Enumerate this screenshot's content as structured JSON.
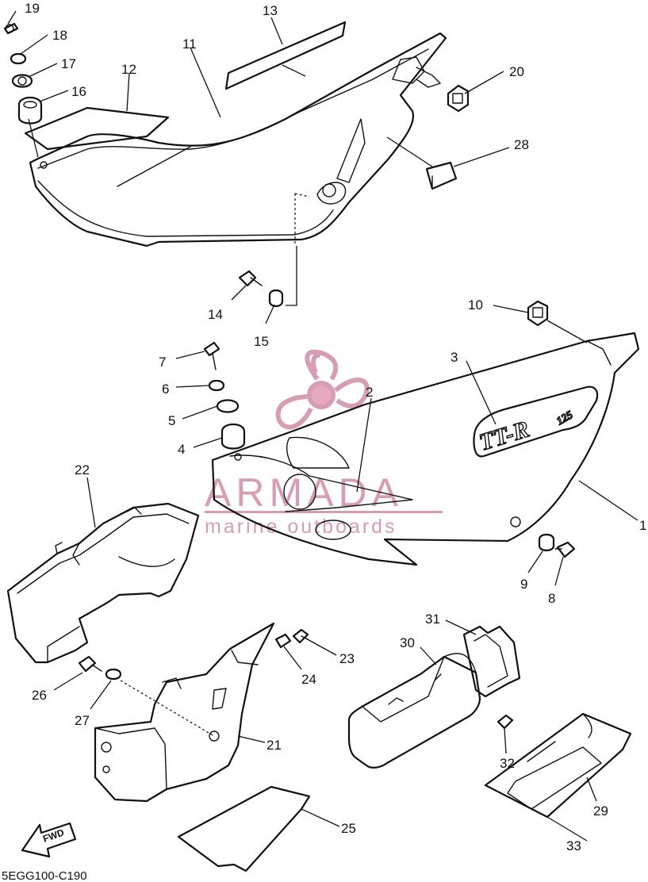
{
  "diagram_code": "5EGG100-C190",
  "fwd_label": "FWD",
  "decal_text": "TT-R",
  "decal_small": "125",
  "watermark": {
    "brand": "ARMADA",
    "tagline": "marine outboards",
    "color": "#d69db4"
  },
  "callouts": [
    {
      "id": "1",
      "label": "1"
    },
    {
      "id": "2",
      "label": "2"
    },
    {
      "id": "3",
      "label": "3"
    },
    {
      "id": "4",
      "label": "4"
    },
    {
      "id": "5",
      "label": "5"
    },
    {
      "id": "6",
      "label": "6"
    },
    {
      "id": "7",
      "label": "7"
    },
    {
      "id": "8",
      "label": "8"
    },
    {
      "id": "9",
      "label": "9"
    },
    {
      "id": "10",
      "label": "10"
    },
    {
      "id": "11",
      "label": "11"
    },
    {
      "id": "12",
      "label": "12"
    },
    {
      "id": "13",
      "label": "13"
    },
    {
      "id": "14",
      "label": "14"
    },
    {
      "id": "15",
      "label": "15"
    },
    {
      "id": "16",
      "label": "16"
    },
    {
      "id": "17",
      "label": "17"
    },
    {
      "id": "18",
      "label": "18"
    },
    {
      "id": "19",
      "label": "19"
    },
    {
      "id": "20",
      "label": "20"
    },
    {
      "id": "21",
      "label": "21"
    },
    {
      "id": "22",
      "label": "22"
    },
    {
      "id": "23",
      "label": "23"
    },
    {
      "id": "24",
      "label": "24"
    },
    {
      "id": "25",
      "label": "25"
    },
    {
      "id": "26",
      "label": "26"
    },
    {
      "id": "27",
      "label": "27"
    },
    {
      "id": "28",
      "label": "28"
    },
    {
      "id": "29",
      "label": "29"
    },
    {
      "id": "30",
      "label": "30"
    },
    {
      "id": "31",
      "label": "31"
    },
    {
      "id": "32",
      "label": "32"
    },
    {
      "id": "33",
      "label": "33"
    }
  ]
}
